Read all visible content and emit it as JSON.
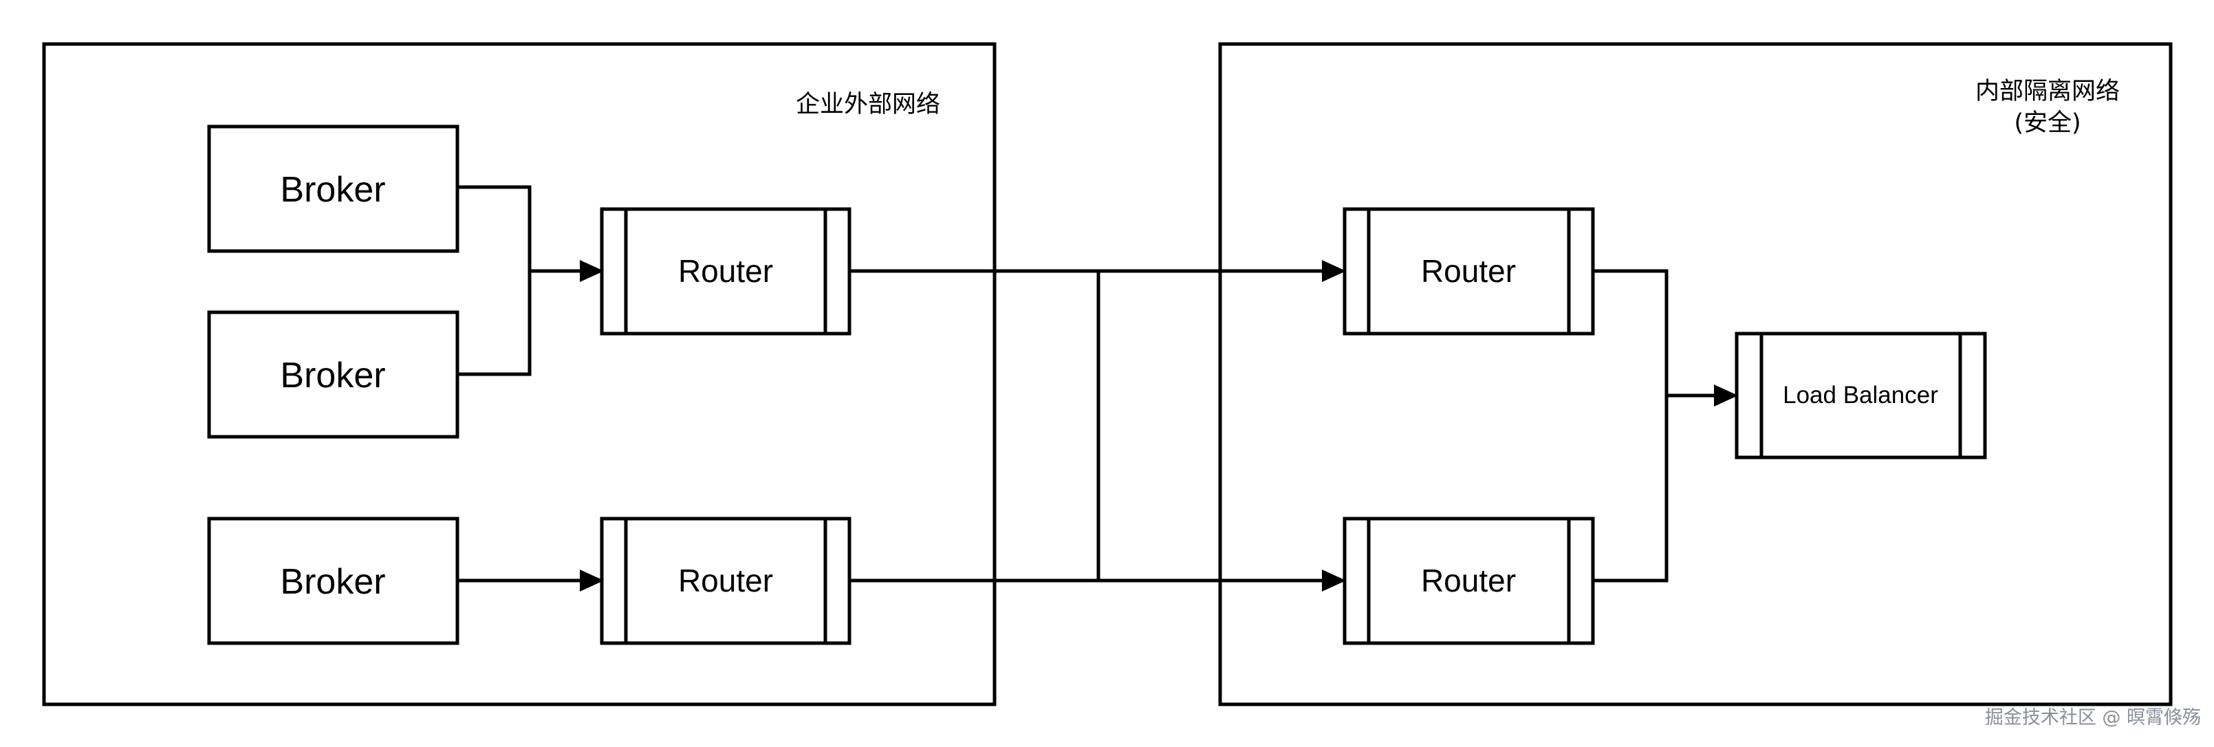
{
  "zones": {
    "external": {
      "label": "企业外部网络"
    },
    "internal": {
      "label_line1": "内部隔离网络",
      "label_line2": "(安全)"
    }
  },
  "nodes": {
    "broker_1": {
      "label": "Broker",
      "type": "process"
    },
    "broker_2": {
      "label": "Broker",
      "type": "process"
    },
    "broker_3": {
      "label": "Broker",
      "type": "process"
    },
    "router_ext_1": {
      "label": "Router",
      "type": "subprocess"
    },
    "router_ext_2": {
      "label": "Router",
      "type": "subprocess"
    },
    "router_int_1": {
      "label": "Router",
      "type": "subprocess"
    },
    "router_int_2": {
      "label": "Router",
      "type": "subprocess"
    },
    "load_balancer": {
      "label": "Load Balancer",
      "type": "subprocess"
    }
  },
  "edges": [
    {
      "from": "broker_1",
      "to": "router_ext_1"
    },
    {
      "from": "broker_2",
      "to": "router_ext_1"
    },
    {
      "from": "broker_3",
      "to": "router_ext_2"
    },
    {
      "from": "router_ext_1",
      "to": "router_int_1"
    },
    {
      "from": "router_ext_1",
      "to": "router_int_2"
    },
    {
      "from": "router_ext_2",
      "to": "router_int_1"
    },
    {
      "from": "router_ext_2",
      "to": "router_int_2"
    },
    {
      "from": "router_int_1",
      "to": "load_balancer"
    },
    {
      "from": "router_int_2",
      "to": "load_balancer"
    }
  ],
  "watermark": "掘金技术社区 @ 暝霄倏殇"
}
